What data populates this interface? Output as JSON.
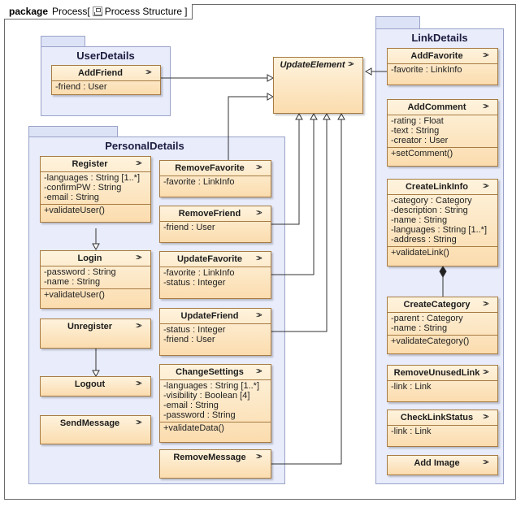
{
  "frame": {
    "keyword": "package",
    "name": "Process",
    "open_bracket": "[",
    "diagram": "Process Structure",
    "close_bracket": "]"
  },
  "packages": {
    "user_details": "UserDetails",
    "personal_details": "PersonalDetails",
    "link_details": "LinkDetails"
  },
  "classes": {
    "update_element": {
      "name": "UpdateElement"
    },
    "add_friend": {
      "name": "AddFriend",
      "attrs": [
        "-friend : User"
      ]
    },
    "register": {
      "name": "Register",
      "attrs": [
        "-languages : String [1..*]",
        "-confirmPW : String",
        "-email : String"
      ],
      "ops": [
        "+validateUser()"
      ]
    },
    "login": {
      "name": "Login",
      "attrs": [
        "-password : String",
        "-name : String"
      ],
      "ops": [
        "+validateUser()"
      ]
    },
    "unregister": {
      "name": "Unregister"
    },
    "logout": {
      "name": "Logout"
    },
    "send_message": {
      "name": "SendMessage"
    },
    "remove_favorite": {
      "name": "RemoveFavorite",
      "attrs": [
        "-favorite : LinkInfo"
      ]
    },
    "remove_friend": {
      "name": "RemoveFriend",
      "attrs": [
        "-friend : User"
      ]
    },
    "update_favorite": {
      "name": "UpdateFavorite",
      "attrs": [
        "-favorite : LinkInfo",
        "-status : Integer"
      ]
    },
    "update_friend": {
      "name": "UpdateFriend",
      "attrs": [
        "-status : Integer",
        "-friend : User"
      ]
    },
    "change_settings": {
      "name": "ChangeSettings",
      "attrs": [
        "-languages : String [1..*]",
        "-visibility : Boolean [4]",
        "-email : String",
        "-password : String"
      ],
      "ops": [
        "+validateData()"
      ]
    },
    "remove_message": {
      "name": "RemoveMessage"
    },
    "add_favorite": {
      "name": "AddFavorite",
      "attrs": [
        "-favorite : LinkInfo"
      ]
    },
    "add_comment": {
      "name": "AddComment",
      "attrs": [
        "-rating : Float",
        "-text : String",
        "-creator : User"
      ],
      "ops": [
        "+setComment()"
      ]
    },
    "create_link_info": {
      "name": "CreateLinkInfo",
      "attrs": [
        "-category : Category",
        "-description : String",
        "-name : String",
        "-languages : String [1..*]",
        "-address : String"
      ],
      "ops": [
        "+validateLink()"
      ]
    },
    "create_category": {
      "name": "CreateCategory",
      "attrs": [
        "-parent : Category",
        "-name : String"
      ],
      "ops": [
        "+validateCategory()"
      ]
    },
    "remove_unused_link": {
      "name": "RemoveUnusedLink",
      "attrs": [
        "-link : Link"
      ]
    },
    "check_link_status": {
      "name": "CheckLinkStatus",
      "attrs": [
        "-link : Link"
      ]
    },
    "add_image": {
      "name": "Add Image"
    }
  },
  "colors": {
    "class_fill_top": "#fef3dd",
    "class_fill_bottom": "#fbdcae",
    "class_border": "#a77b43",
    "package_fill": "#e8ecfb",
    "package_border": "#9aa3c8",
    "connector": "#333333"
  },
  "icons": {
    "class_marker": "chevron-double-right-icon",
    "diagram_marker": "diagram-icon"
  }
}
